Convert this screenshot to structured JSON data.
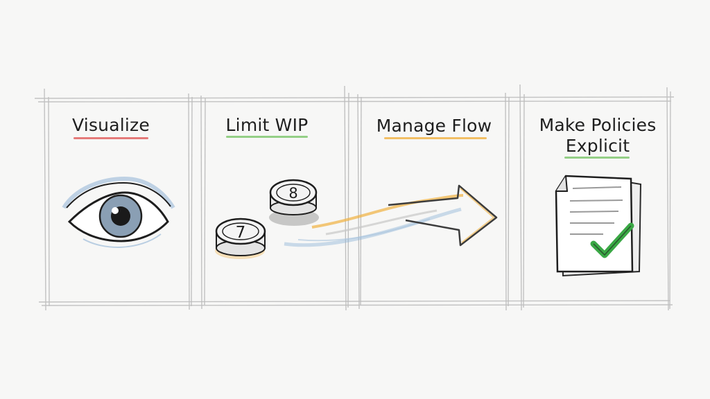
{
  "panels": [
    {
      "title": "Visualize",
      "icon": "eye-icon",
      "underline_color": "#e05a5a"
    },
    {
      "title": "Limit WIP",
      "icon": "numbered-tokens-icon",
      "underline_color": "#7ac46a",
      "tokens": [
        "8",
        "7"
      ]
    },
    {
      "title": "Manage Flow",
      "icon": "flow-arrow-icon",
      "underline_color": "#f0b040"
    },
    {
      "title": "Make Policies\nExplicit",
      "title_lines": [
        "Make Policies",
        "Explicit"
      ],
      "icon": "policy-document-check-icon",
      "underline_color": "#7ac46a"
    }
  ],
  "colors": {
    "background": "#f7f7f6",
    "panel_border": "#b9b9b9",
    "eye_iris": "#8a9fb4",
    "check": "#3aa845",
    "flow_arrow": "#555555"
  }
}
